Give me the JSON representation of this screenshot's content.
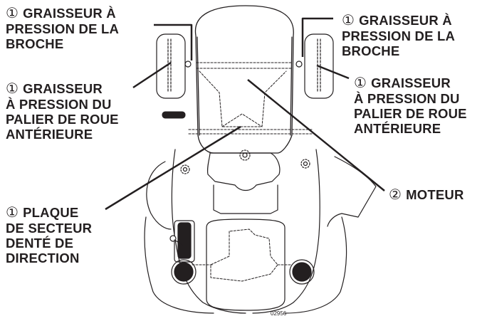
{
  "diagram": {
    "subject": "Riding tractor top view - lubrication points",
    "figure_number": "02956",
    "colors": {
      "ink": "#231f20",
      "background": "#ffffff"
    }
  },
  "callouts": [
    {
      "id": "spindle-left",
      "number": "①",
      "lines": [
        "GRAISSEUR À",
        "PRESSION DE LA",
        "BROCHE"
      ]
    },
    {
      "id": "spindle-right",
      "number": "①",
      "lines": [
        "GRAISSEUR À",
        "PRESSION DE LA",
        "BROCHE"
      ]
    },
    {
      "id": "wheel-bearing-left",
      "number": "①",
      "lines": [
        "GRAISSEUR",
        "À PRESSION DU",
        "PALIER DE ROUE",
        "ANTÉRIEURE"
      ]
    },
    {
      "id": "wheel-bearing-right",
      "number": "①",
      "lines": [
        "GRAISSEUR",
        "À PRESSION DU",
        "PALIER DE ROUE",
        "ANTÉRIEURE"
      ]
    },
    {
      "id": "steering-sector",
      "number": "①",
      "lines": [
        "PLAQUE",
        "DE SECTEUR",
        "DENTÉ DE",
        "DIRECTION"
      ]
    },
    {
      "id": "engine",
      "number": "②",
      "lines": [
        "MOTEUR"
      ]
    }
  ]
}
